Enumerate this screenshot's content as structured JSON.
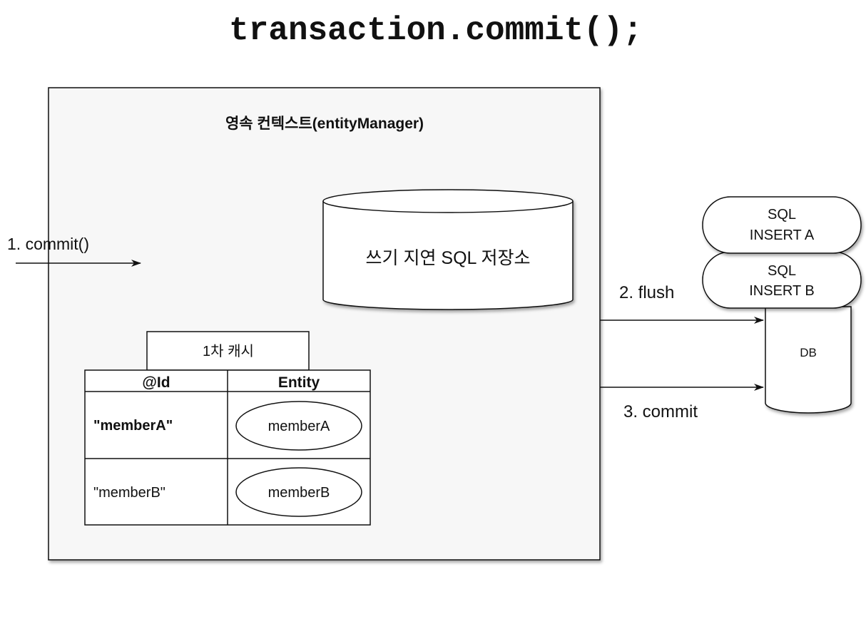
{
  "title": "transaction.commit();",
  "context_label": "영속 컨텍스트(entityManager)",
  "write_store_label": "쓰기 지연 SQL 저장소",
  "cache": {
    "tab_label": "1차 캐시",
    "headers": [
      "@Id",
      "Entity"
    ],
    "rows": [
      {
        "id": "\"memberA\"",
        "entity": "memberA"
      },
      {
        "id": "\"memberB\"",
        "entity": "memberB"
      }
    ]
  },
  "commit_arrow_label": "1. commit()",
  "flush_label": "2. flush",
  "commit_label": "3. commit",
  "db_label": "DB",
  "sql_boxes": [
    {
      "line1": "SQL",
      "line2": "INSERT A"
    },
    {
      "line1": "SQL",
      "line2": "INSERT B"
    }
  ],
  "colors": {
    "context_fill": "#f7f7f7",
    "stroke": "#111111",
    "text": "#111111"
  }
}
